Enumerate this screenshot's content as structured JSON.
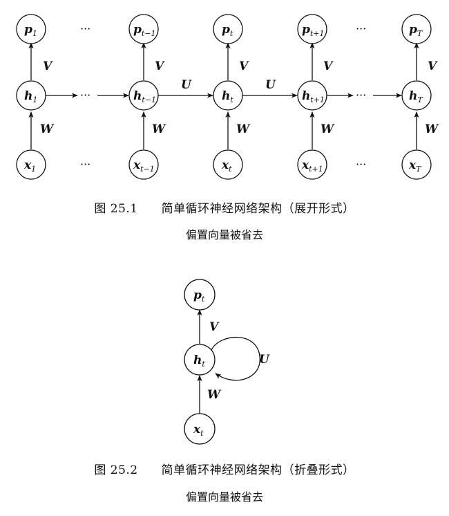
{
  "figure1": {
    "label": "图 25.1",
    "title": "简单循环神经网络架构（展开形式）",
    "note": "偏置向量被省去",
    "columns": [
      {
        "p": "p",
        "p_sub": "1",
        "h": "h",
        "h_sub": "1",
        "x": "x",
        "x_sub": "1"
      },
      {
        "p": "p",
        "p_sub": "t−1",
        "h": "h",
        "h_sub": "t−1",
        "x": "x",
        "x_sub": "t−1"
      },
      {
        "p": "p",
        "p_sub": "t",
        "h": "h",
        "h_sub": "t",
        "x": "x",
        "x_sub": "t"
      },
      {
        "p": "p",
        "p_sub": "t+1",
        "h": "h",
        "h_sub": "t+1",
        "x": "x",
        "x_sub": "t+1"
      },
      {
        "p": "p",
        "p_sub": "T",
        "h": "h",
        "h_sub": "T",
        "x": "x",
        "x_sub": "T"
      }
    ],
    "edge_labels": {
      "V": "V",
      "W": "W",
      "U": "U"
    },
    "ellipsis": "···"
  },
  "figure2": {
    "label": "图 25.2",
    "title": "简单循环神经网络架构（折叠形式）",
    "note": "偏置向量被省去",
    "nodes": {
      "p": "p",
      "p_sub": "t",
      "h": "h",
      "h_sub": "t",
      "x": "x",
      "x_sub": "t"
    },
    "edge_labels": {
      "V": "V",
      "W": "W",
      "U": "U"
    }
  }
}
